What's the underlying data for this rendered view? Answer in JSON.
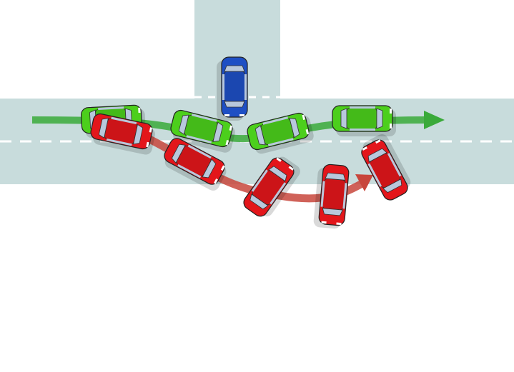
{
  "colors": {
    "road": "#c8dcdc",
    "lane_marking": "#ffffff",
    "green_car": "#4ccf1c",
    "red_car": "#e3161b",
    "blue_car": "#1e4fc4",
    "green_path": "#3aaa3a",
    "red_path": "#c8463c"
  },
  "vehicles": {
    "green_count": 4,
    "red_count": 5,
    "blue_count": 1
  }
}
